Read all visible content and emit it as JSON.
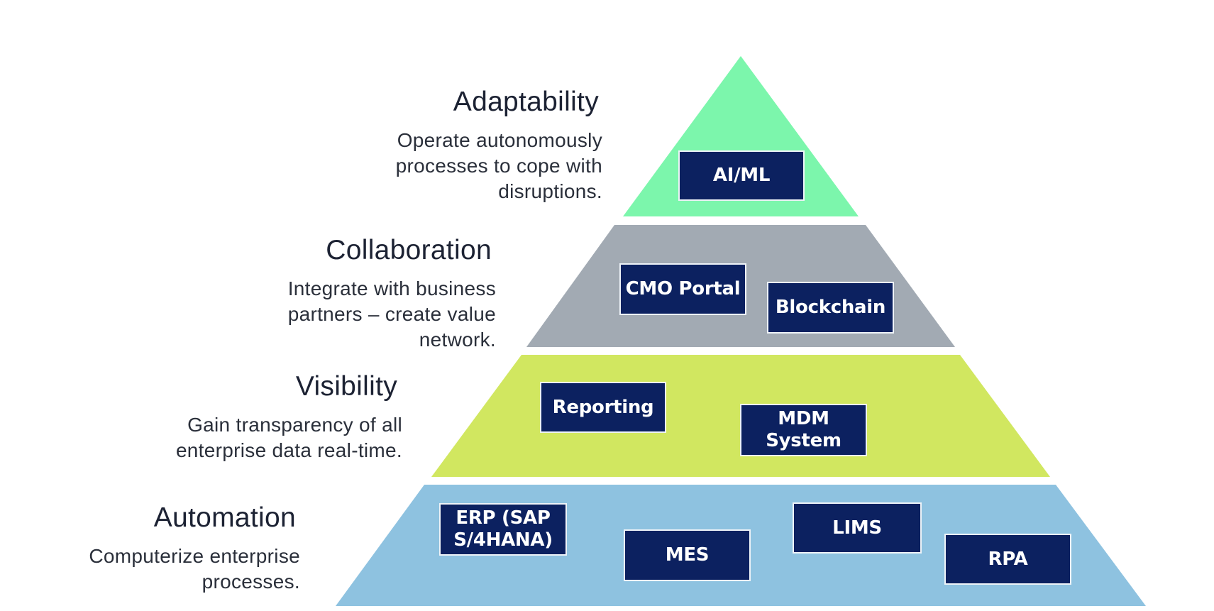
{
  "diagram": {
    "type": "pyramid",
    "tiers": [
      {
        "id": "adaptability",
        "title": "Adaptability",
        "description": [
          "Operate autonomously",
          "processes to cope with",
          "disruptions."
        ],
        "color": "#7cf6ac",
        "systems": [
          "AI/ML"
        ]
      },
      {
        "id": "collaboration",
        "title": "Collaboration",
        "description": [
          "Integrate with business",
          "partners – create value",
          "network."
        ],
        "color": "#a2aab3",
        "systems": [
          "CMO Portal",
          "Blockchain"
        ]
      },
      {
        "id": "visibility",
        "title": "Visibility",
        "description": [
          "Gain transparency of all",
          "enterprise data real-time."
        ],
        "color": "#d1e760",
        "systems": [
          "Reporting",
          "MDM\nSystem"
        ]
      },
      {
        "id": "automation",
        "title": "Automation",
        "description": [
          "Computerize enterprise",
          "processes."
        ],
        "color": "#8ec2e0",
        "systems": [
          "ERP (SAP\nS/4HANA)",
          "MES",
          "LIMS",
          "RPA"
        ]
      }
    ],
    "box_color": "#0c2160",
    "text_color": "#1c2233"
  }
}
